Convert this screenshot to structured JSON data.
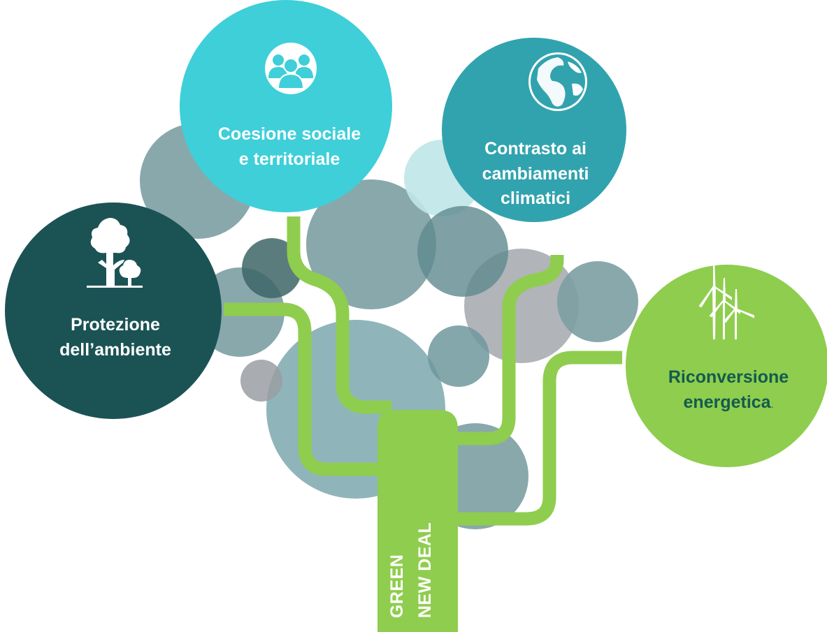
{
  "title": "GREEN NEW DEAL",
  "trunk": {
    "line1": "GREEN",
    "line2": "NEW DEAL"
  },
  "branches": [
    {
      "id": "protezione",
      "line1": "Protezione",
      "line2": "dell’ambiente",
      "icon": "tree-icon",
      "color": "#1b5355"
    },
    {
      "id": "coesione",
      "line1": "Coesione sociale",
      "line2": "e territoriale",
      "icon": "people-icon",
      "color": "#3ecfd9"
    },
    {
      "id": "contrasto",
      "line1": "Contrasto ai",
      "line2": "cambiamenti",
      "line3": "climatici",
      "icon": "globe-icon",
      "color": "#31a3ae"
    },
    {
      "id": "riconversione",
      "line1": "Riconversione",
      "line2": "energetica",
      "suffix": ".",
      "icon": "wind-turbine-icon",
      "color": "#8fcd4e"
    }
  ],
  "colors": {
    "trunk": "#8fcd4e",
    "bubble_gray": "#80a5a8",
    "bubble_dark": "#3e6768",
    "bubble_light": "#c3e7ea"
  }
}
